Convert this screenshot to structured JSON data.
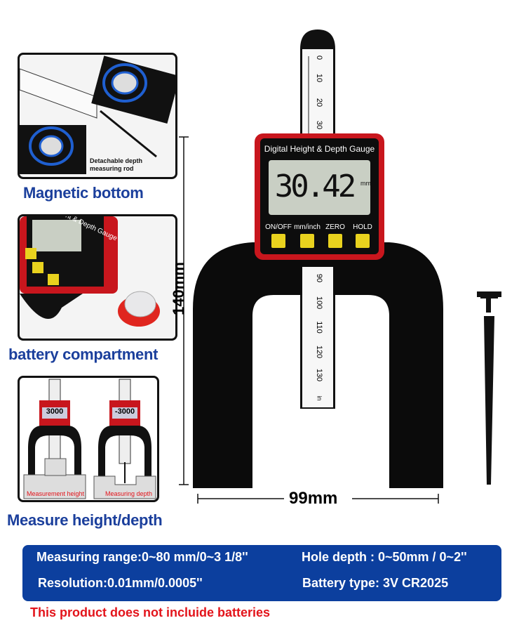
{
  "panels": {
    "magnetic": {
      "caption": "Magnetic bottom",
      "note": "Detachable depth measuring rod"
    },
    "battery": {
      "caption": "battery compartment",
      "label_fragment": "ht & Depth Gauge"
    },
    "measure": {
      "caption": "Measure height/depth",
      "left_label": "Measurement height",
      "right_label": "Measuring depth",
      "left_reading": "3000",
      "right_reading": "-3000"
    }
  },
  "gauge": {
    "title": "Digital Height & Depth Gauge",
    "reading": "30.42",
    "unit": "mm",
    "buttons": [
      "ON/OFF",
      "mm/inch",
      "ZERO",
      "HOLD"
    ],
    "ruler_ticks": [
      "0",
      "10",
      "20",
      "30",
      "90",
      "100",
      "110",
      "120",
      "130"
    ],
    "ruler_unit": "in"
  },
  "dimensions": {
    "height": "140mm",
    "width": "99mm"
  },
  "specs": {
    "range": "Measuring range:0~80 mm/0~3 1/8''",
    "hole_depth": "Hole depth : 0~50mm / 0~2''",
    "resolution": "Resolution:0.01mm/0.0005''",
    "battery": "Battery type: 3V  CR2025"
  },
  "warning": "This product does not incluide batteries",
  "colors": {
    "brand_blue": "#0c3f9e",
    "caption_blue": "#1b3f9c",
    "warning_red": "#e3141b",
    "gauge_red": "#c8161d",
    "button_yellow": "#e9d21e"
  }
}
